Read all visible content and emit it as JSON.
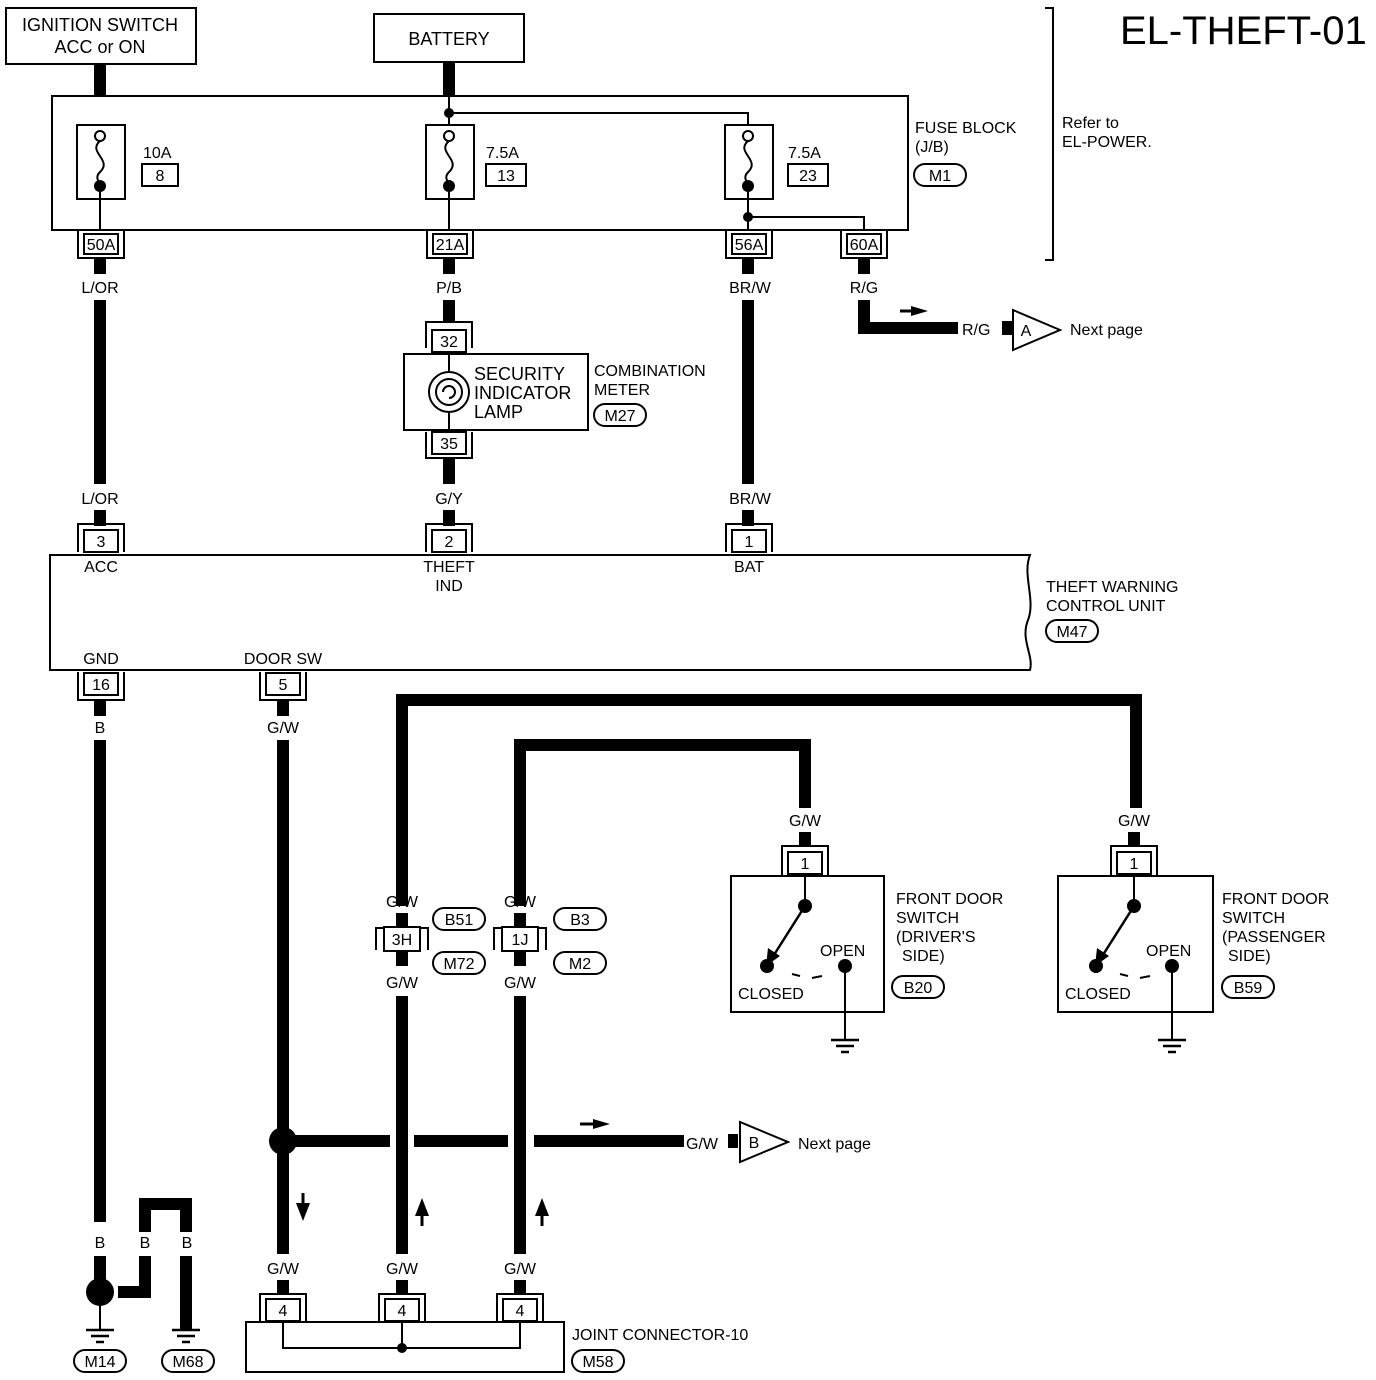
{
  "page_id": "EL-THEFT-01",
  "sources": {
    "ignition": [
      "IGNITION SWITCH",
      "ACC or ON"
    ],
    "battery": "BATTERY"
  },
  "fuse_block": {
    "name": [
      "FUSE BLOCK",
      "(J/B)"
    ],
    "conn": "M1",
    "refer": [
      "Refer to",
      "EL-POWER."
    ],
    "fuses": [
      {
        "amps": "10A",
        "num": "8"
      },
      {
        "amps": "7.5A",
        "num": "13"
      },
      {
        "amps": "7.5A",
        "num": "23"
      }
    ],
    "pins": [
      "50A",
      "21A",
      "56A",
      "60A"
    ]
  },
  "wires": {
    "l_or": "L/OR",
    "p_b": "P/B",
    "br_w": "BR/W",
    "r_g": "R/G",
    "g_y": "G/Y",
    "g_w": "G/W",
    "b": "B"
  },
  "next_page": {
    "a_label": "A",
    "b_label": "B",
    "text": "Next page"
  },
  "combination_meter": {
    "lamp": [
      "SECURITY",
      "INDICATOR",
      "LAMP"
    ],
    "name": [
      "COMBINATION",
      "METER"
    ],
    "conn": "M27",
    "pins": [
      "32",
      "35"
    ]
  },
  "control_unit": {
    "name": [
      "THEFT WARNING",
      "CONTROL UNIT"
    ],
    "conn": "M47",
    "pins": [
      {
        "num": "3",
        "label": [
          "ACC"
        ]
      },
      {
        "num": "2",
        "label": [
          "THEFT",
          "IND"
        ]
      },
      {
        "num": "1",
        "label": [
          "BAT"
        ]
      },
      {
        "num": "16",
        "label": [
          "GND"
        ]
      },
      {
        "num": "5",
        "label": [
          "DOOR SW"
        ]
      }
    ]
  },
  "inline_connectors": [
    {
      "pin": "3H",
      "top": "B51",
      "bottom": "M72"
    },
    {
      "pin": "1J",
      "top": "B3",
      "bottom": "M2"
    }
  ],
  "door_switches": [
    {
      "name": [
        "FRONT DOOR",
        "SWITCH",
        "(DRIVER'S",
        "SIDE)"
      ],
      "conn": "B20",
      "pin": "1",
      "open": "OPEN",
      "closed": "CLOSED"
    },
    {
      "name": [
        "FRONT DOOR",
        "SWITCH",
        "(PASSENGER",
        "SIDE)"
      ],
      "conn": "B59",
      "pin": "1",
      "open": "OPEN",
      "closed": "CLOSED"
    }
  ],
  "joint_connector": {
    "name": "JOINT CONNECTOR-10",
    "conn": "M58",
    "pins": [
      "4",
      "4",
      "4"
    ]
  },
  "grounds": [
    "M14",
    "M68"
  ]
}
